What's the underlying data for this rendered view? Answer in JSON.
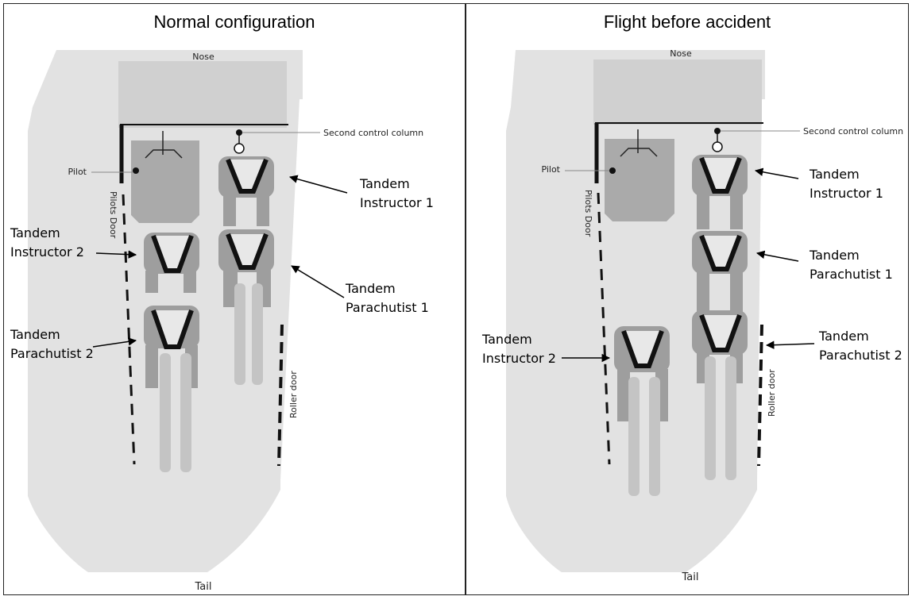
{
  "panels": [
    {
      "title": "Normal configuration",
      "labels": {
        "nose": "Nose",
        "tail": "Tail",
        "pilot": "Pilot",
        "pilots_door": "Pilots Door",
        "roller_door": "Roller door",
        "second_control_column": "Second control column"
      },
      "callouts": [
        {
          "line1": "Tandem",
          "line2": "Instructor 1"
        },
        {
          "line1": "Tandem",
          "line2": "Instructor 2"
        },
        {
          "line1": "Tandem",
          "line2": "Parachutist 1"
        },
        {
          "line1": "Tandem",
          "line2": "Parachutist 2"
        }
      ]
    },
    {
      "title": "Flight before accident",
      "labels": {
        "nose": "Nose",
        "tail": "Tail",
        "pilot": "Pilot",
        "pilots_door": "Pilots Door",
        "roller_door": "Roller door",
        "second_control_column": "Second control column"
      },
      "callouts": [
        {
          "line1": "Tandem",
          "line2": "Instructor 1"
        },
        {
          "line1": "Tandem",
          "line2": "Parachutist 1"
        },
        {
          "line1": "Tandem",
          "line2": "Instructor 2"
        },
        {
          "line1": "Tandem",
          "line2": "Parachutist 2"
        }
      ]
    }
  ]
}
